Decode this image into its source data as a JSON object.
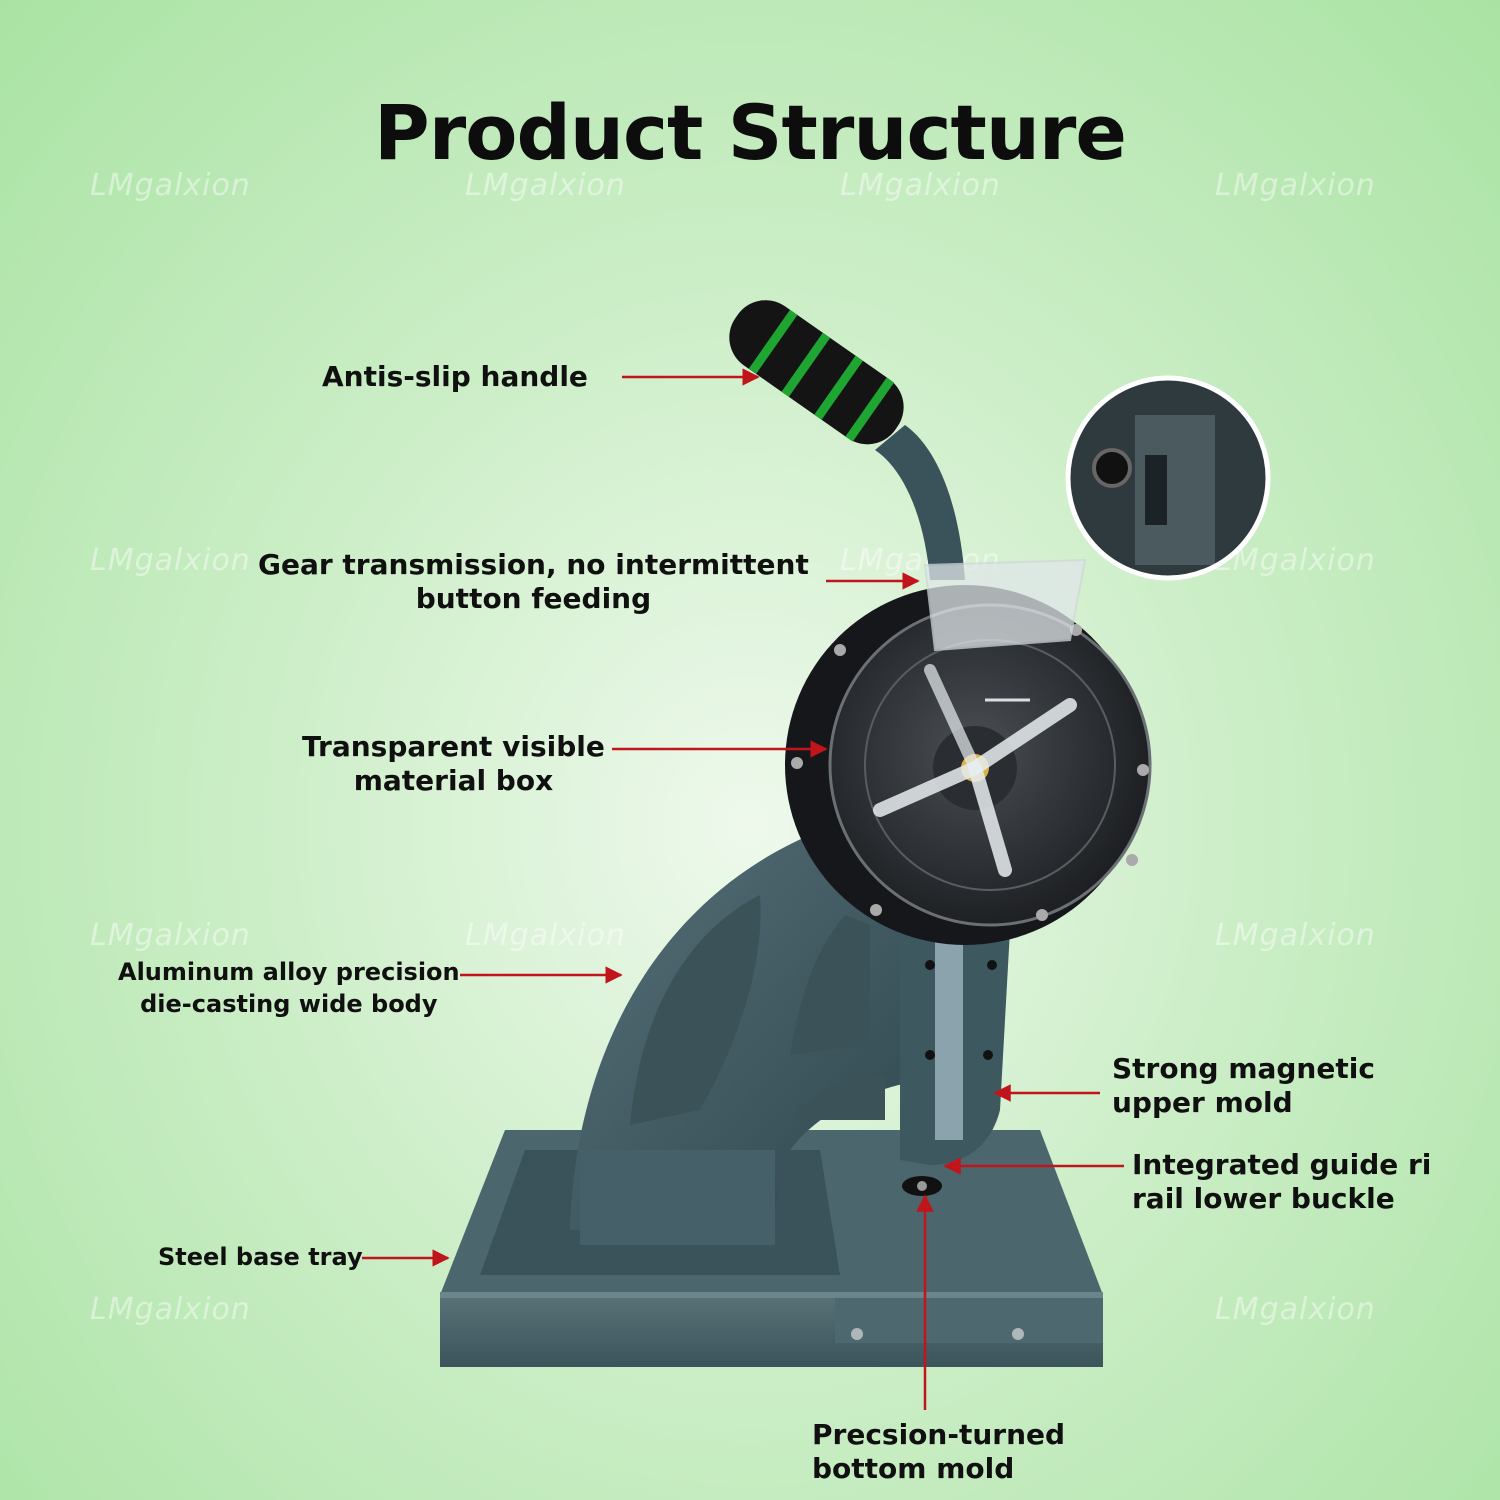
{
  "title": "Product Structure",
  "watermark": "LMgalxion",
  "labels": {
    "handle": "Antis-slip handle",
    "gear_line1": "Gear transmission, no intermittent",
    "gear_line2": "button feeding",
    "box_line1": "Transparent visible",
    "box_line2": "material box",
    "body_line1": "Aluminum alloy precision",
    "body_line2": "die-casting wide body",
    "base": "Steel base tray",
    "upper_line1": "Strong magnetic",
    "upper_line2": "upper mold",
    "rail_line1": "Integrated guide ri",
    "rail_line2": "rail lower buckle",
    "bottom_line1": "Precsion-turned",
    "bottom_line2": "bottom mold"
  },
  "colors": {
    "arrow": "#c0151b",
    "machine": "#3f5a62",
    "grip": "#111111",
    "grip_ring": "#1fa532"
  }
}
